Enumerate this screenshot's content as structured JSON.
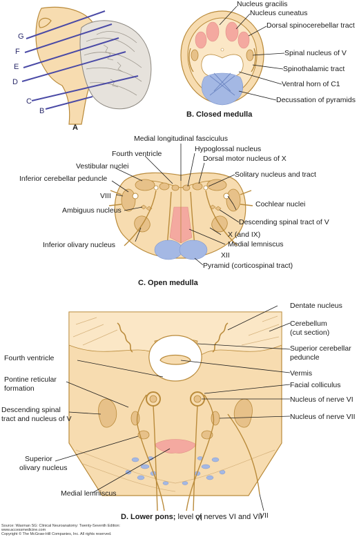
{
  "panelA": {
    "title": "A",
    "levels": [
      "G",
      "F",
      "E",
      "D",
      "C",
      "B"
    ]
  },
  "panelB": {
    "title": "B. Closed medulla",
    "labels": {
      "nucleus_gracilis": "Nucleus gracilis",
      "nucleus_cuneatus": "Nucleus cuneatus",
      "dorsal_spinocerebellar": "Dorsal spinocerebellar tract",
      "spinal_nucleus_v": "Spinal nucleus of V",
      "spinothalamic": "Spinothalamic tract",
      "ventral_horn": "Ventral horn of C1",
      "decussation": "Decussation of pyramids"
    }
  },
  "panelC": {
    "title": "C. Open medulla",
    "labels": {
      "mlf": "Medial longitudinal fasciculus",
      "fourth_ventricle": "Fourth ventricle",
      "hypoglossal": "Hypoglossal nucleus",
      "vestibular": "Vestibular nuclei",
      "dorsal_motor_x": "Dorsal motor nucleus of X",
      "inferior_cerebellar": "Inferior cerebellar peduncle",
      "solitary": "Solitary nucleus and tract",
      "viii": "VIII",
      "cochlear": "Cochlear nuclei",
      "ambiguus": "Ambiguus nucleus",
      "desc_spinal_v": "Descending spinal tract of V",
      "x_ix": "X (and IX)",
      "inferior_olivary": "Inferior olivary nucleus",
      "medial_lemniscus": "Medial lemniscus",
      "xii": "XII",
      "pyramid": "Pyramid (corticospinal tract)"
    }
  },
  "panelD": {
    "title_bold": "D. Lower pons;",
    "title_rest": " level of nerves VI and VII",
    "labels": {
      "dentate": "Dentate nucleus",
      "cerebellum_1": "Cerebellum",
      "cerebellum_2": "(cut section)",
      "superior_cerebellar_1": "Superior cerebellar",
      "superior_cerebellar_2": "peduncle",
      "fourth_ventricle": "Fourth ventricle",
      "vermis": "Vermis",
      "pontine_1": "Pontine reticular",
      "pontine_2": "formation",
      "facial_colliculus": "Facial colliculus",
      "nucleus_vi": "Nucleus of nerve VI",
      "nucleus_vii": "Nucleus of nerve VII",
      "desc_v_1": "Descending spinal",
      "desc_v_2": "tract and nucleus of V",
      "superior_olivary_1": "Superior",
      "superior_olivary_2": "olivary nucleus",
      "medial_lemniscus": "Medial lemniscus",
      "vii": "VII",
      "vi": "VI"
    }
  },
  "footer": {
    "line1": "Source: Waxman SG: Clinical Neuroanatomy: Twenty-Seventh Edition:",
    "line2": "www.accessmedicine.com",
    "line3": "Copyright © The McGraw-Hill Companies, Inc. All rights reserved."
  }
}
